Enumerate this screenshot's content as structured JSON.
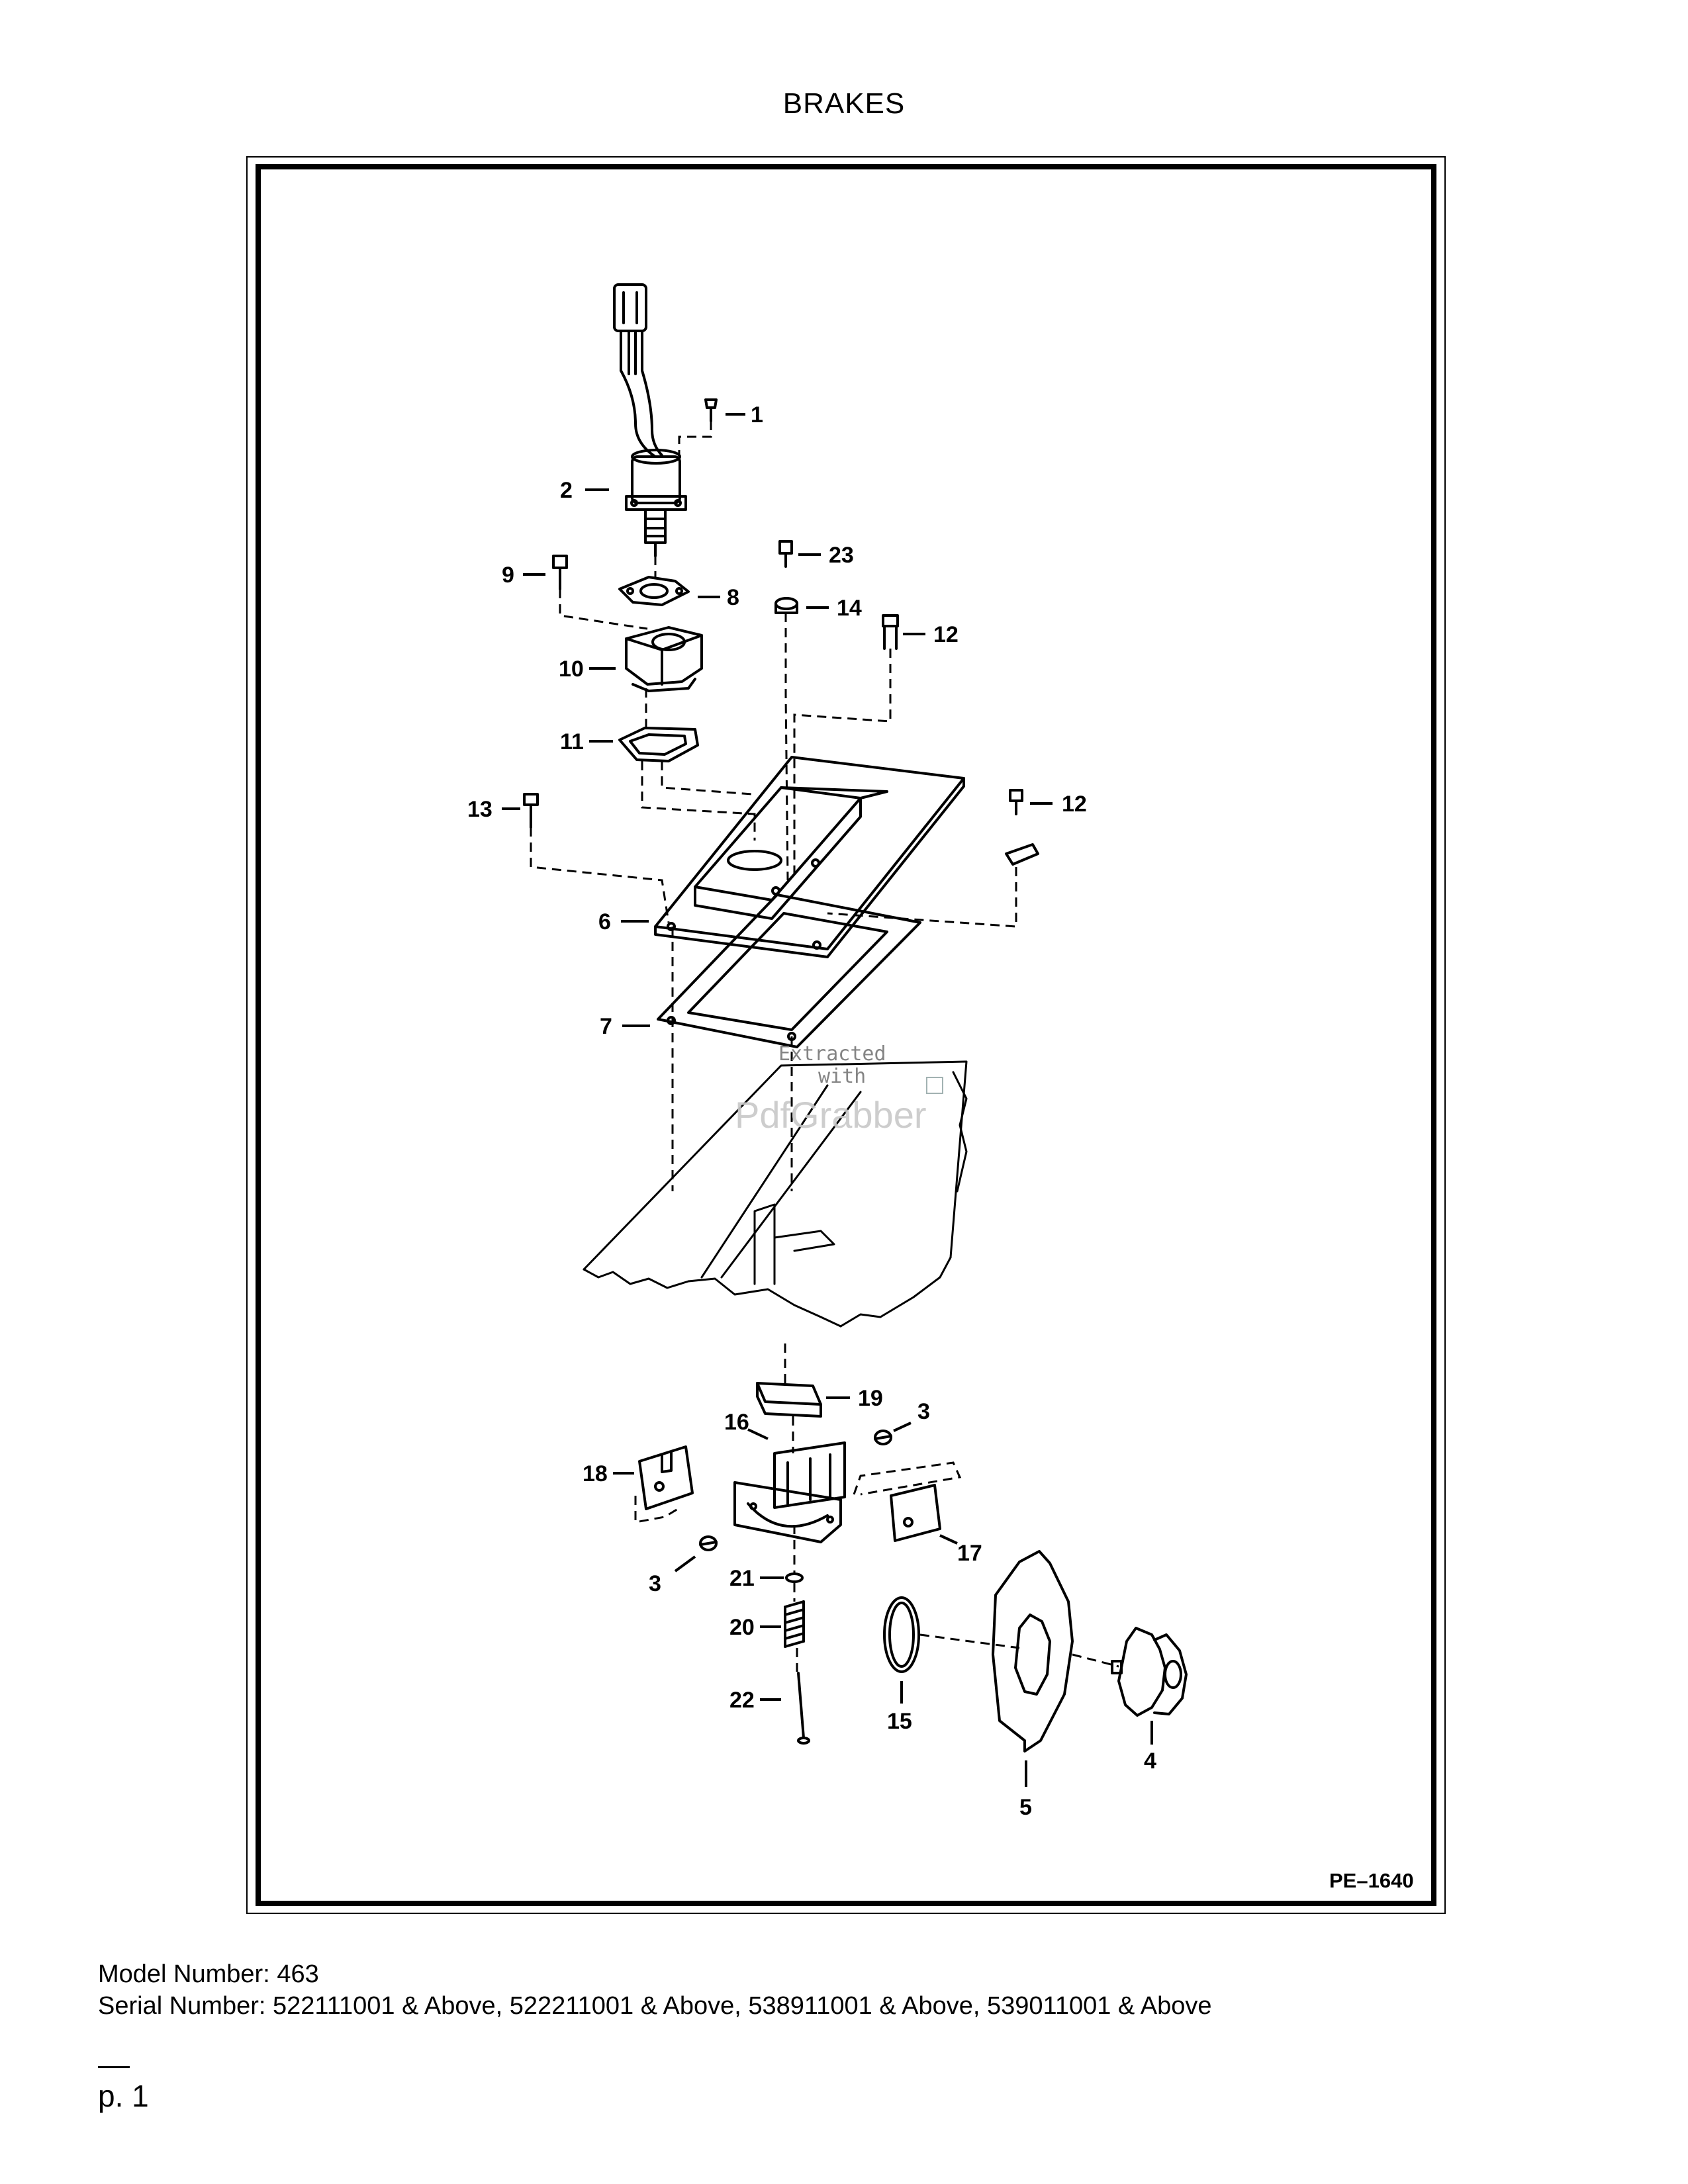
{
  "page": {
    "title": "BRAKES"
  },
  "diagram": {
    "reference_code": "PE–1640",
    "callouts": [
      "1",
      "2",
      "3",
      "3",
      "4",
      "5",
      "6",
      "7",
      "8",
      "9",
      "10",
      "11",
      "12",
      "12",
      "13",
      "14",
      "15",
      "16",
      "17",
      "18",
      "19",
      "20",
      "21",
      "22",
      "23"
    ],
    "watermark": {
      "line1": "Extracted",
      "line2": "with",
      "brand": "PdfGrabber"
    }
  },
  "footer": {
    "model_number": "Model Number: 463",
    "serial_number": "Serial Number: 522111001 & Above, 522211001 & Above, 538911001 & Above, 539011001 & Above",
    "page_number": "p. 1"
  }
}
